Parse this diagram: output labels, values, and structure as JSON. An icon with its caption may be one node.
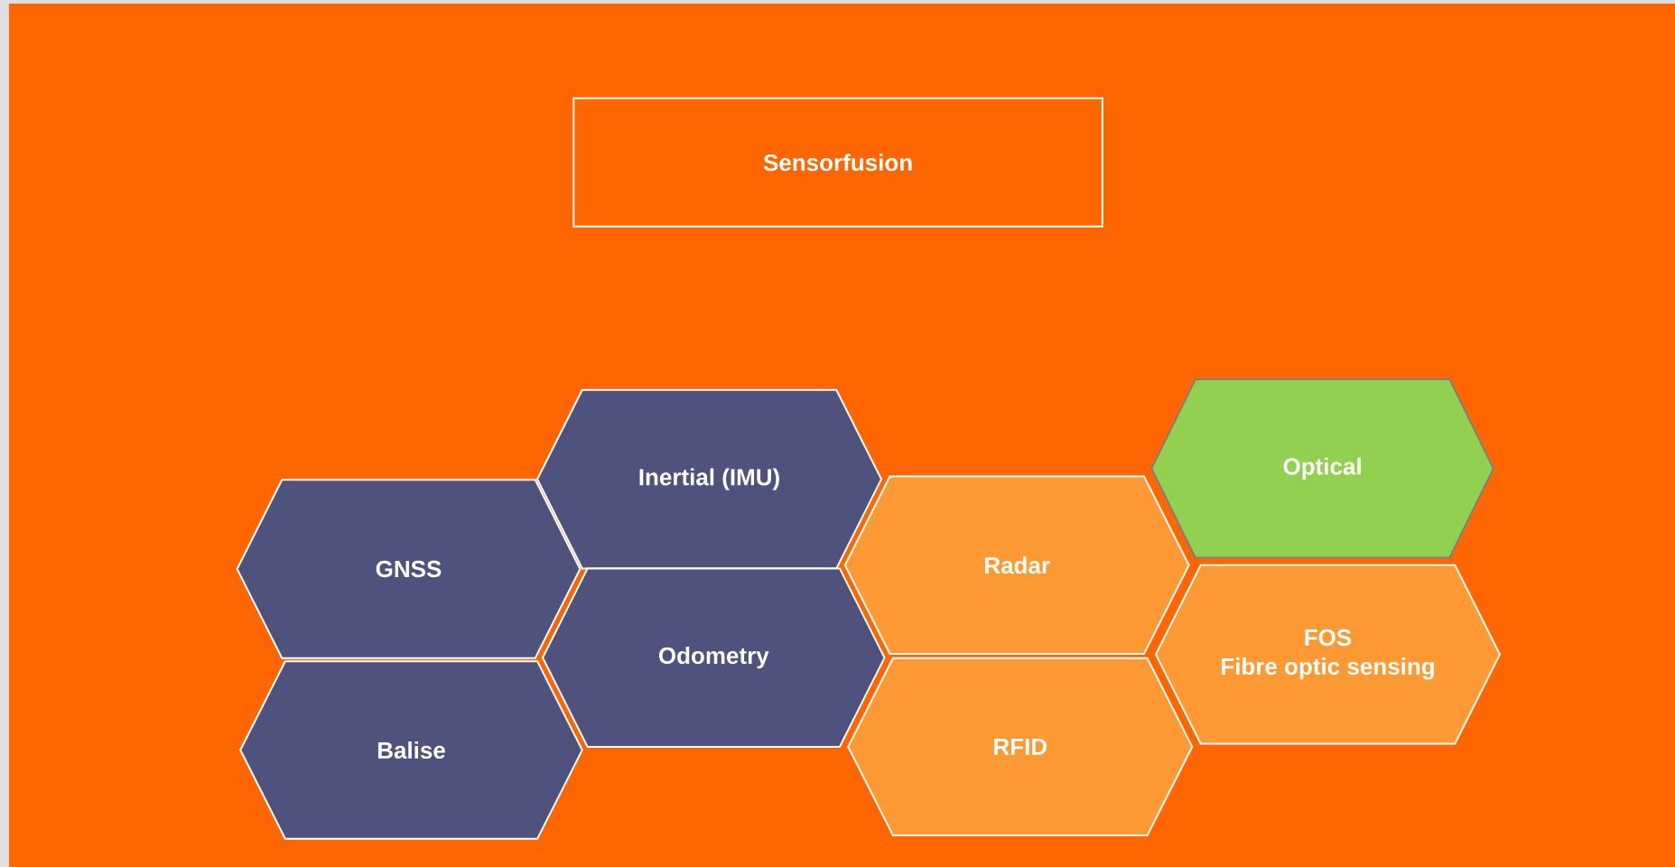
{
  "diagram": {
    "nodes": [
      {
        "text": [
          "Sensorfusion"
        ]
      },
      {
        "text": [
          "GNSS"
        ]
      },
      {
        "text": [
          "Balise"
        ]
      },
      {
        "text": [
          "Inertial (IMU)"
        ]
      },
      {
        "text": [
          "Odometry"
        ]
      },
      {
        "text": [
          "Radar"
        ]
      },
      {
        "text": [
          "RFID"
        ]
      },
      {
        "text": [
          "Optical"
        ]
      },
      {
        "text": [
          "FOS",
          "Fibre optic sensing"
        ]
      }
    ]
  }
}
